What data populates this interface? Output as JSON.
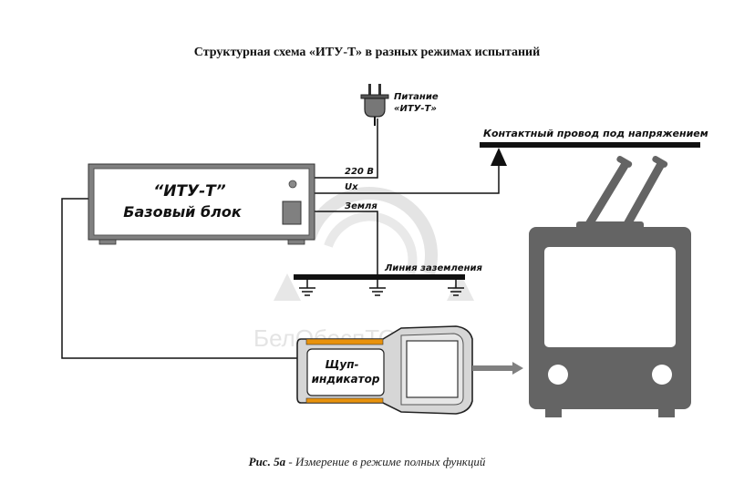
{
  "title": "Структурная схема «ИТУ-Т» в разных режимах испытаний",
  "caption": {
    "label": "Рис. 5а",
    "separator": " - ",
    "text": "Измерение в режиме полных функций"
  },
  "power_plug": {
    "label_line1": "Питание",
    "label_line2": "«ИТУ-Т»"
  },
  "contact_wire": {
    "label": "Контактный провод под напряжением"
  },
  "base_unit": {
    "label_line1": "“ИТУ-Т”",
    "label_line2": "Базовый блок"
  },
  "wires": {
    "supply": "220 В",
    "ux": "Ux",
    "ground": "Земля"
  },
  "ground_line": {
    "label": "Линия заземления",
    "ground_symbols": 3
  },
  "probe": {
    "label_line1": "Щуп-",
    "label_line2": "индикатор"
  },
  "watermark": "БелОбеспТОРГ",
  "colors": {
    "device_gray": "#808080",
    "trolleybus_gray": "#646464",
    "probe_accent": "#e8920c",
    "wire": "#111111",
    "watermark": "#d0d0d0"
  }
}
